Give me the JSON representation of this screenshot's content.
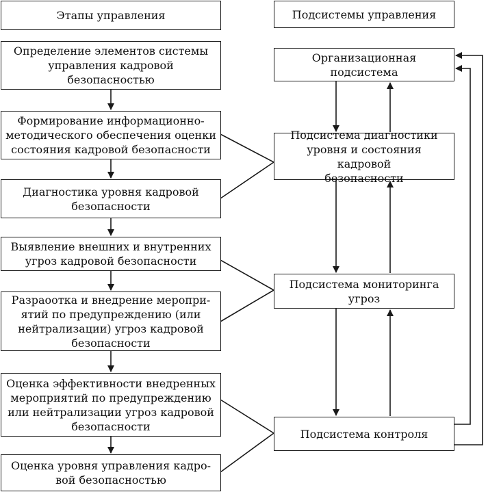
{
  "headers": {
    "stages": "Этапы управления",
    "subsystems": "Подсистемы управления"
  },
  "stages": [
    "Определение элементов системы\nуправления кадровой\nбезопасностью",
    "Формирование информационно-\nметодического обеспечения оценки\nсостояния кадровой безопасности",
    "Диагностика уровня кадровой\nбезопасности",
    "Выявление внешних и внутренних\nугроз кадровой безопасности",
    "Разраоотка и внедрение меропри-\nятий по предупреждению (или\nнейтрализации) угроз кадровой\nбезопасности",
    "Оценка эффективности внедренных\nмероприятий по предупреждению\nили нейтрализации угроз кадровой\nбезопасности",
    "Оценка уровня управления кадро-\nвой безопасностью"
  ],
  "subsystems": [
    "Организационная\nподсистема",
    "Подсистема диагностики\nуровня и состояния кадровой\nбезопасности",
    "Подсистема мониторинга\nугроз",
    "Подсистема контроля"
  ],
  "colors": {
    "line": "#1a1a1a",
    "box_border": "#1a1a1a",
    "background": "#ffffff"
  }
}
